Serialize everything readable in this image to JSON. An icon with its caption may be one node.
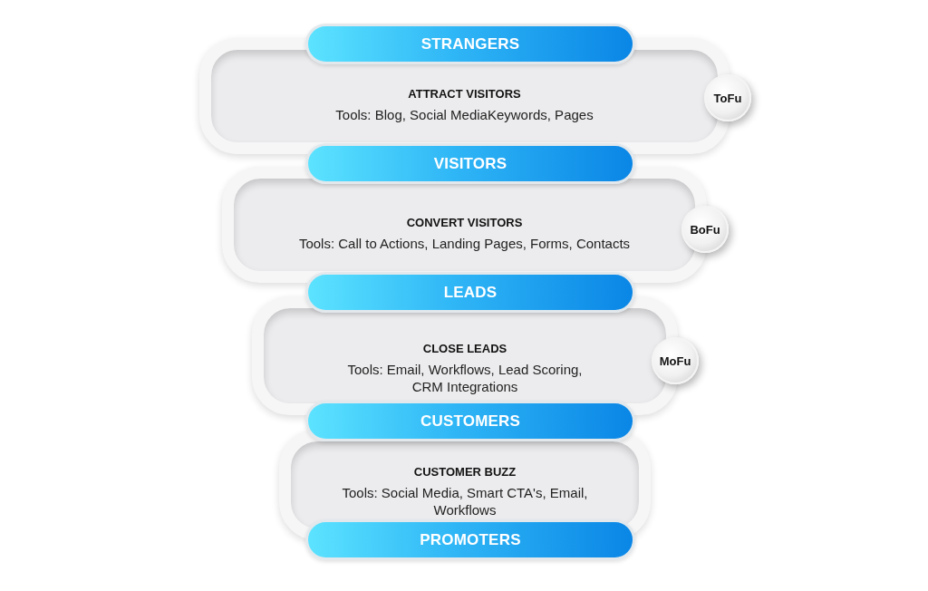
{
  "diagram": {
    "nodes": [
      {
        "text": [
          "STRANGERS"
        ]
      },
      {
        "text": [
          "ATTRACT VISITORS",
          "Tools: Blog, Social MediaKeywords, Pages"
        ]
      },
      {
        "text": [
          "ToFu"
        ]
      },
      {
        "text": [
          "VISITORS"
        ]
      },
      {
        "text": [
          "CONVERT VISITORS",
          "Tools: Call to Actions, Landing Pages, Forms, Contacts"
        ]
      },
      {
        "text": [
          "BoFu"
        ]
      },
      {
        "text": [
          "LEADS"
        ]
      },
      {
        "text": [
          "CLOSE LEADS",
          "Tools: Email, Workflows, Lead Scoring, CRM Integrations"
        ]
      },
      {
        "text": [
          "MoFu"
        ]
      },
      {
        "text": [
          "CUSTOMERS"
        ]
      },
      {
        "text": [
          "CUSTOMER BUZZ",
          "Tools: Social Media, Smart CTA's, Email, Workflows"
        ]
      },
      {
        "text": [
          "PROMOTERS"
        ]
      }
    ]
  }
}
